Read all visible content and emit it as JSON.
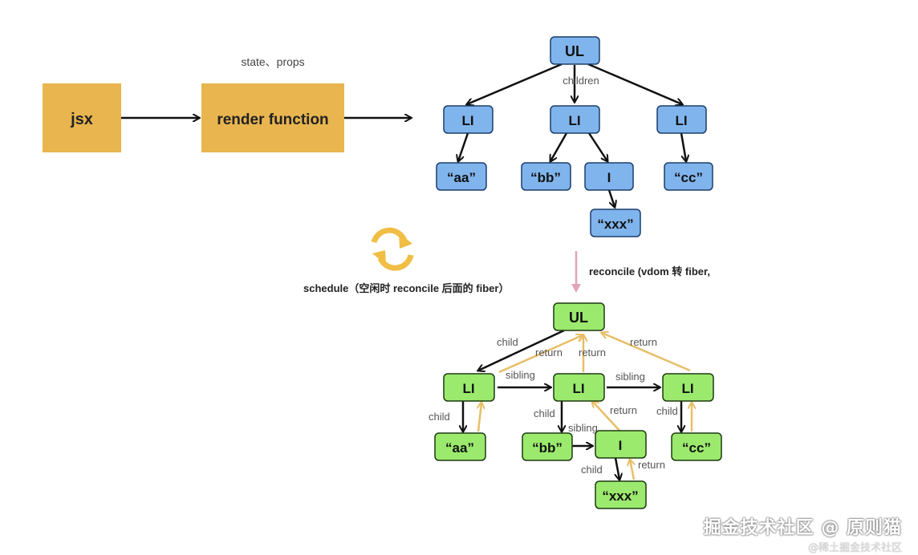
{
  "flow": {
    "jsx_label": "jsx",
    "render_label": "render function",
    "render_input_label": "state、props"
  },
  "vdom_tree": {
    "root": "UL",
    "children_label": "children",
    "li_1": "LI",
    "li_2": "LI",
    "li_3": "LI",
    "text_aa": "“aa”",
    "text_bb": "“bb”",
    "i_node": "I",
    "text_xxx": "“xxx”",
    "text_cc": "“cc”"
  },
  "schedule_caption": "schedule（空闲时 reconcile 后面的 fiber）",
  "reconcile_caption": "reconcile (vdom 转 fiber,",
  "fiber_tree": {
    "root": "UL",
    "li_1": "LI",
    "li_2": "LI",
    "li_3": "LI",
    "text_aa": "“aa”",
    "text_bb": "“bb”",
    "i_node": "I",
    "text_xxx": "“xxx”",
    "text_cc": "“cc”",
    "child_label": "child",
    "return_label": "return",
    "sibling_label": "sibling"
  },
  "colors": {
    "flow_box": "#E8B54F",
    "vdom_node": "#80B4EC",
    "fiber_node": "#9BEA6E",
    "return_arrow": "#E8BE66",
    "reconcile_arrow": "#E2A4B7",
    "schedule_icon": "#F0BE45"
  },
  "watermark": {
    "main": "掘金技术社区 @ 原则猫",
    "sub": "@稀土掘金技术社区"
  }
}
